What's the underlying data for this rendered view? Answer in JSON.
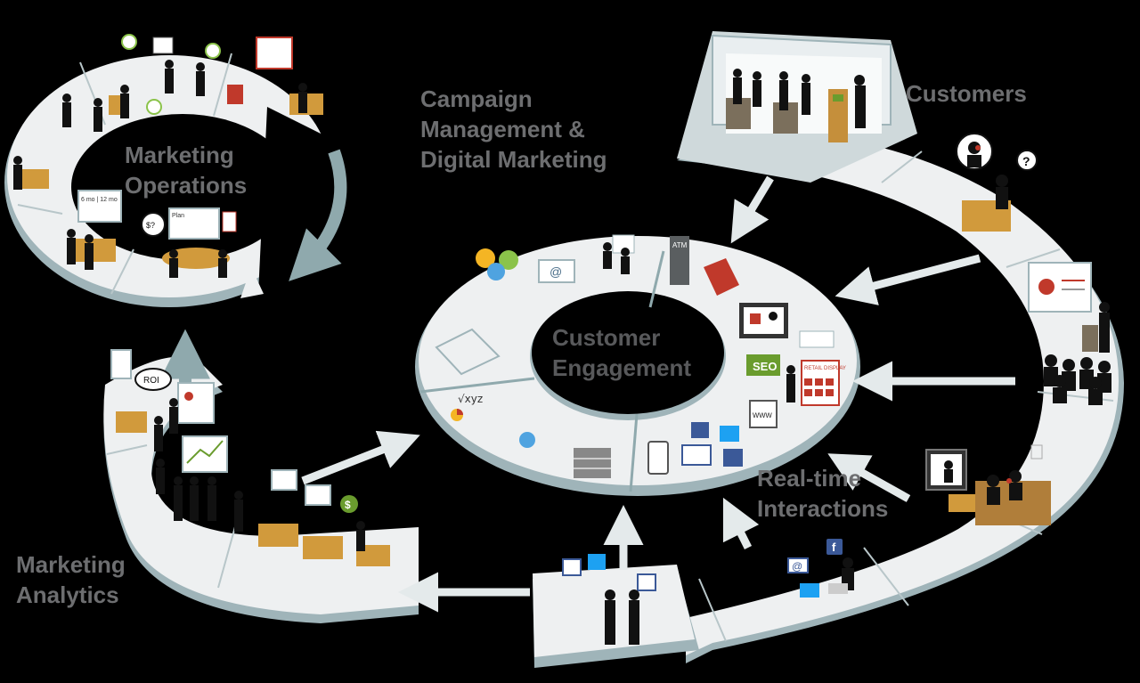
{
  "labels": {
    "marketing_operations": [
      "Marketing",
      "Operations"
    ],
    "campaign_management": [
      "Campaign",
      "Management &",
      "Digital Marketing"
    ],
    "customers": "Customers",
    "customer_engagement": [
      "Customer",
      "Engagement"
    ],
    "real_time_interactions": [
      "Real-time",
      "Interactions"
    ],
    "marketing_analytics": [
      "Marketing",
      "Analytics"
    ]
  },
  "icon_labels": {
    "seo": "SEO",
    "retail_display": "RETAIL DISPLAY",
    "atm": "ATM",
    "www": "www",
    "roi": "ROI",
    "plan": "Plan",
    "months": "6 mo | 12 mo",
    "dollar": "$",
    "dollar_question": "$?",
    "question": "?",
    "formula": "√xyz",
    "at": "@"
  },
  "colors": {
    "background": "#000000",
    "ring_top": "#eef0f1",
    "ring_edge": "#9fb4b9",
    "arrow": "#e4eaeb",
    "arrow_teal": "#8fa9ad",
    "label_text": "#6d6e70",
    "facebook": "#3b5998",
    "twitter": "#1da1f2",
    "seo_green": "#6a9c2e",
    "accent_red": "#c0392b",
    "accent_gold": "#d19a3c"
  }
}
